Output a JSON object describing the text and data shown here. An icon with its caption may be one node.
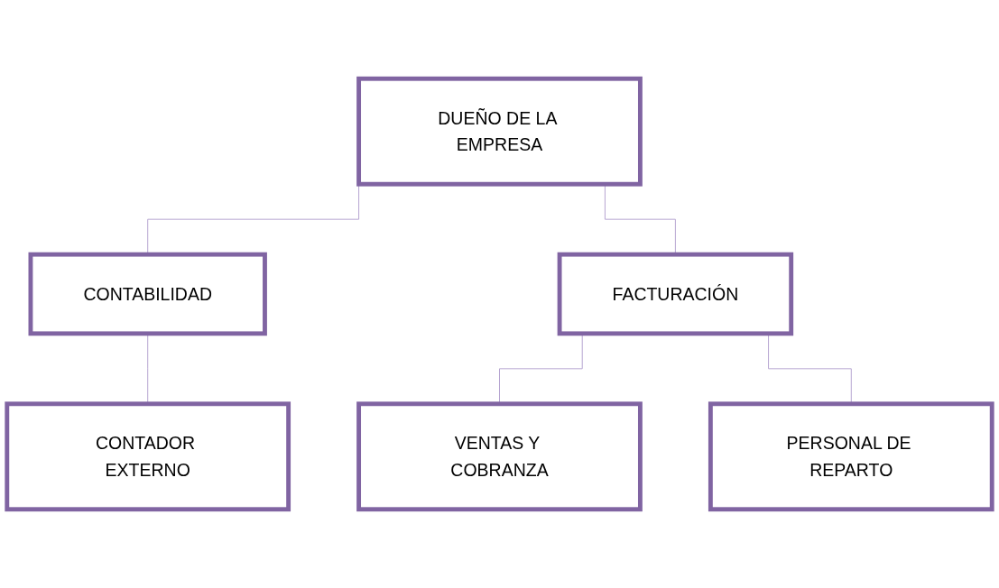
{
  "diagram": {
    "nodes": [
      {
        "text": [
          "DUEÑO DE LA EMPRESA"
        ]
      },
      {
        "text": [
          "CONTABILIDAD"
        ]
      },
      {
        "text": [
          "FACTURACIÓN"
        ]
      },
      {
        "text": [
          "CONTADOR EXTERNO"
        ]
      },
      {
        "text": [
          "VENTAS Y COBRANZA"
        ]
      },
      {
        "text": [
          "PERSONAL DE REPARTO"
        ]
      }
    ],
    "edges": [
      {
        "from": 0,
        "to": 1,
        "arrow": "none"
      },
      {
        "from": 0,
        "to": 2,
        "arrow": "none"
      },
      {
        "from": 1,
        "to": 3,
        "arrow": "none"
      },
      {
        "from": 2,
        "to": 4,
        "arrow": "none"
      },
      {
        "from": 2,
        "to": 5,
        "arrow": "none"
      }
    ]
  }
}
